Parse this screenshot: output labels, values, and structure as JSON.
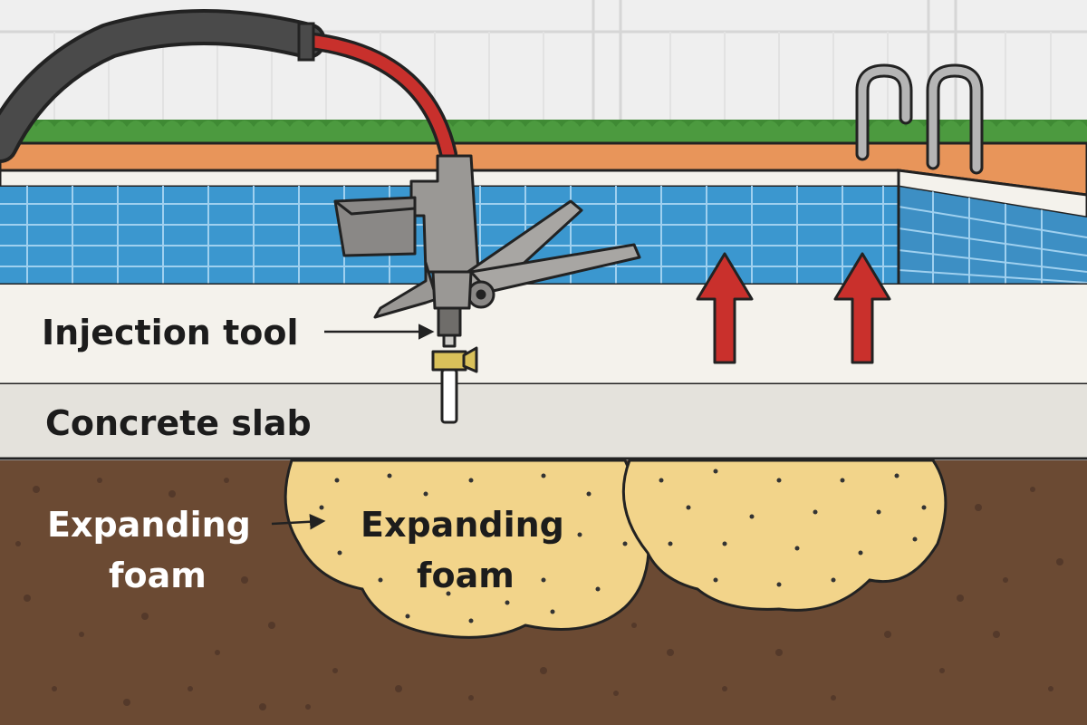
{
  "labels": {
    "injection_tool": "Injection tool",
    "concrete_slab": "Concrete slab",
    "expanding_foam_outside_line1": "Expanding",
    "expanding_foam_outside_line2": "foam",
    "expanding_foam_inside_line1": "Expanding",
    "expanding_foam_inside_line2": "foam"
  },
  "colors": {
    "fence": "#eeeeee",
    "hedge": "#3f8a34",
    "coping": "#e8955a",
    "pool_water": "#3b97cf",
    "pool_tile_lines": "#9fd0ef",
    "deck": "#f4f2ec",
    "slab": "#e4e2dc",
    "soil": "#6b4a33",
    "foam": "#f2d48a",
    "hose_dark": "#4a4a4a",
    "hose_red": "#c8302c",
    "tool_gray": "#9a9895",
    "valve_brass": "#d9c15a",
    "lift_arrow": "#c9302c",
    "outline": "#222222"
  },
  "icons": [
    "injection-gun-icon",
    "pool-ladder-icon",
    "lift-arrow-icon"
  ]
}
